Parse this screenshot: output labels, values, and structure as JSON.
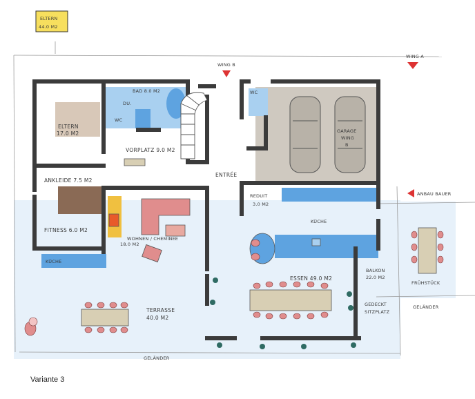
{
  "caption": "Variante 3",
  "legend": {
    "line1": "ELTERN",
    "line2": "44.0 M2"
  },
  "markers": {
    "wing_a": "WING A",
    "wing_b": "WING B",
    "anbau": "ANBAU BAUER"
  },
  "rooms": {
    "eltern": [
      "ELTERN",
      "17.0 M2"
    ],
    "bad": "BAD 8.0 M2",
    "du": "DU.",
    "wc1": "WC",
    "wc2": "WC",
    "vorplatz": "VORPLATZ 9.0 M2",
    "ankleide": "ANKLEIDE 7.5 M2",
    "fitness": "FITNESS 6.0 M2",
    "kuche_left": "KÜCHE",
    "wohnen": [
      "WOHNEN / CHEMINEE",
      "18.0 M2"
    ],
    "entree": "ENTRÉE",
    "garage": [
      "GARAGE",
      "WING",
      "B"
    ],
    "reduit": [
      "REDUIT",
      "3.0 M2"
    ],
    "kuche": "KÜCHE",
    "essen": "ESSEN 49.0 M2",
    "balkon": [
      "BALKON",
      "22.0 M2"
    ],
    "fruhstuck": "FRÜHSTÜCK",
    "gedeckt": [
      "GEDECKT",
      "SITZPLATZ"
    ],
    "gelander_right": "GELÄNDER",
    "terrasse": [
      "TERRASSE",
      "40.0 M2"
    ],
    "gelander_bottom": "GELÄNDER"
  },
  "colors": {
    "wall": "#3b3b3b",
    "blue": "#5ea3e0",
    "light_blue": "#a9d0f0",
    "beige": "#d8cfb4",
    "grey": "#c9c4bb",
    "brown": "#8a6a55",
    "pink": "#e08d8d",
    "orange": "#f0c040",
    "green": "#2f6b63",
    "red": "#d33",
    "legend_bg": "#f7df5e"
  }
}
